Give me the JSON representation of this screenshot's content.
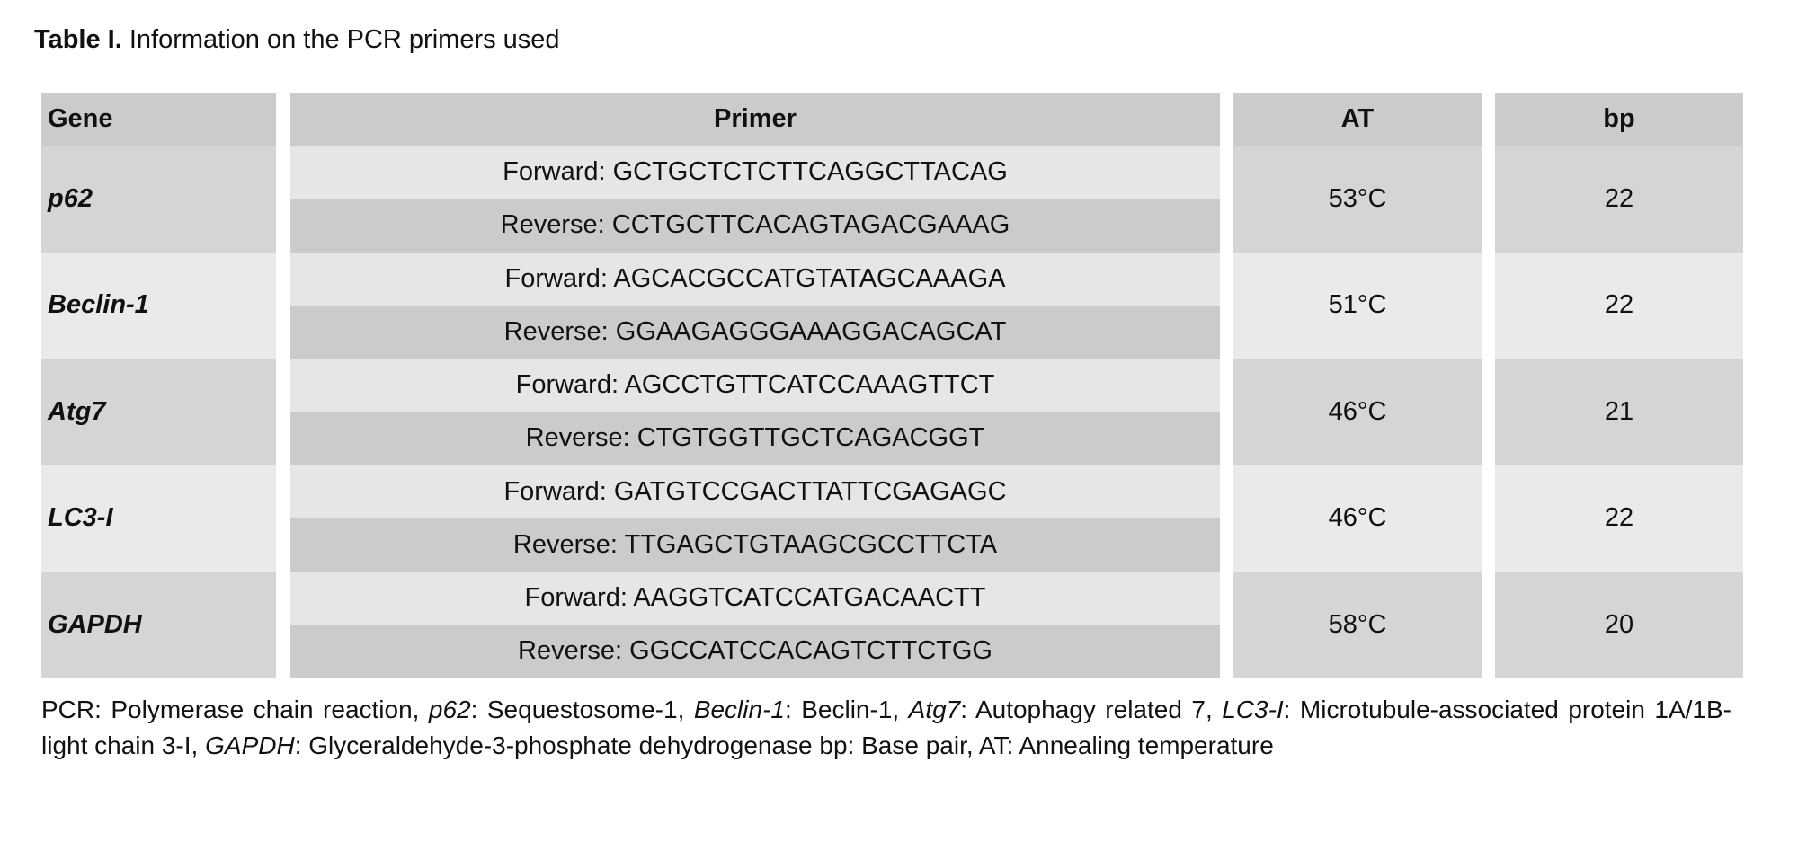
{
  "title": {
    "label": "Table I.",
    "text": "Information on the PCR primers used"
  },
  "headers": {
    "gene": "Gene",
    "primer": "Primer",
    "at": "AT",
    "bp": "bp"
  },
  "rows": [
    {
      "gene": "p62",
      "forward": "Forward: GCTGCTCTCTTCAGGCTTACAG",
      "reverse": "Reverse: CCTGCTTCACAGTAGACGAAAG",
      "at": "53°C",
      "bp": "22"
    },
    {
      "gene": "Beclin-1",
      "forward": "Forward: AGCACGCCATGTATAGCAAAGA",
      "reverse": "Reverse: GGAAGAGGGAAAGGACAGCAT",
      "at": "51°C",
      "bp": "22"
    },
    {
      "gene": "Atg7",
      "forward": "Forward: AGCCTGTTCATCCAAAGTTCT",
      "reverse": "Reverse: CTGTGGTTGCTCAGACGGT",
      "at": "46°C",
      "bp": "21"
    },
    {
      "gene": "LC3-I",
      "forward": "Forward: GATGTCCGACTTATTCGAGAGC",
      "reverse": "Reverse: TTGAGCTGTAAGCGCCTTCTA",
      "at": "46°C",
      "bp": "22"
    },
    {
      "gene": "GAPDH",
      "forward": "Forward: AAGGTCATCCATGACAACTT",
      "reverse": "Reverse: GGCCATCCACAGTCTTCTGG",
      "at": "58°C",
      "bp": "20"
    }
  ],
  "footnote": {
    "t0": "PCR: Polymerase chain reaction, ",
    "g1": "p62",
    "t1": ": Sequestosome-1, ",
    "g2": "Beclin-1",
    "t2": ": Beclin-1, ",
    "g3": "Atg7",
    "t3": ": Autophagy related 7, ",
    "g4": "LC3-I",
    "t4": ": Microtubule-associated protein 1A/1B-light chain 3-I, ",
    "g5": "GAPDH",
    "t5": ": Glyceraldehyde-3-phosphate dehydrogenase bp: Base pair, AT: Annealing temperature"
  }
}
